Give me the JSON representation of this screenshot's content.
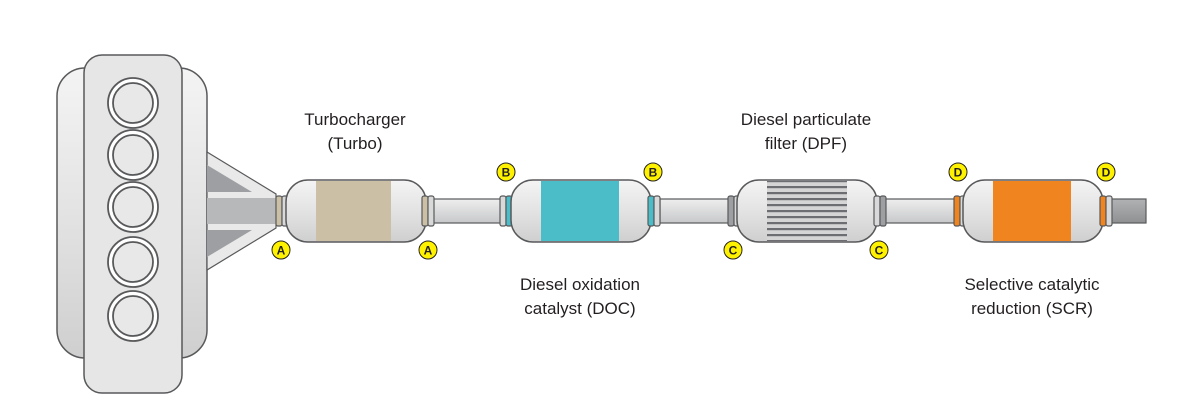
{
  "components": {
    "turbo": {
      "line1": "Turbocharger",
      "line2": "(Turbo)",
      "color": "#cbbfa6"
    },
    "doc": {
      "line1": "Diesel oxidation",
      "line2": "catalyst (DOC)",
      "color": "#4bbdc9"
    },
    "dpf": {
      "line1": "Diesel particulate",
      "line2": "filter (DPF)",
      "color": "#8a8a8a"
    },
    "scr": {
      "line1": "Selective catalytic",
      "line2": "reduction (SCR)",
      "color": "#f0851f"
    }
  },
  "markers": {
    "a": "A",
    "b": "B",
    "c": "C",
    "d": "D",
    "color": "#fff200"
  },
  "colors": {
    "body": "#e8e8e8",
    "outline": "#58595b",
    "pipe": "#d9d9d9",
    "pipe_dark": "#9d9fa2"
  }
}
